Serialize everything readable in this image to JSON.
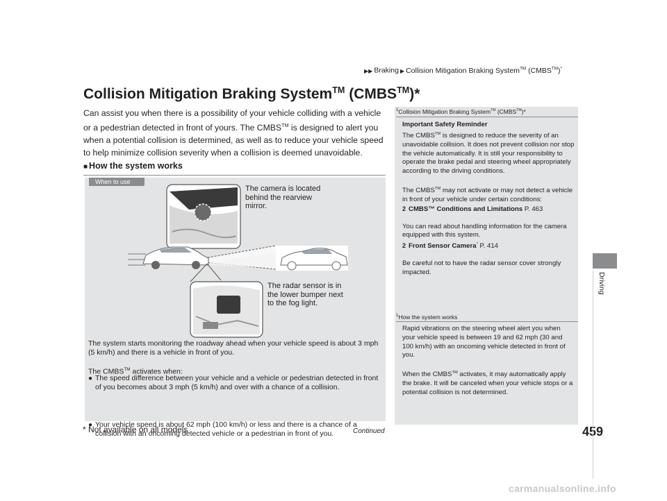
{
  "breadcrumb": {
    "parent": "Braking",
    "current_prefix": "Collision Mitigation Braking System",
    "current_tm": "TM",
    "current_paren": " (CMBS",
    "current_paren_tm": "TM",
    "current_end": ")",
    "star": "*"
  },
  "title": {
    "main": "Collision Mitigation Braking System",
    "tm1": "TM",
    "mid": " (CMBS",
    "tm2": "TM",
    "end": ")*"
  },
  "intro": {
    "line1": "Can assist you when there is a possibility of your vehicle colliding with a vehicle or a pedestrian detected in front of yours. The CMBS",
    "tm": "TM",
    "line2": " is designed to alert you when a potential collision is determined, as well as to reduce your vehicle speed to help minimize collision severity when a collision is deemed unavoidable."
  },
  "section": {
    "bullet": "■",
    "heading": "How the system works",
    "tag": "When to use",
    "camera_callout": "The camera is located behind the rearview mirror.",
    "radar_callout": "The radar sensor is in the lower bumper next to the fog light.",
    "monitor_text": "The system starts monitoring the roadway ahead when your vehicle speed is about 3 mph (5 km/h) and there is a vehicle in front of you.",
    "activates_prefix": "The CMBS",
    "activates_tm": "TM",
    "activates_suffix": " activates when:",
    "conditions": [
      "The speed difference between your vehicle and a vehicle or pedestrian detected in front of you becomes about 3 mph (5 km/h) and over with a chance of a collision.",
      "Your vehicle speed is about 62 mph (100 km/h) or less and there is a chance of a collision with an oncoming detected vehicle or a pedestrian in front of you."
    ]
  },
  "sidebar": {
    "note1_head_prefix": "Collision Mitigation Braking System",
    "note1_head_tm": "TM",
    "note1_head_paren": " (CMBS",
    "note1_head_paren_tm": "TM",
    "note1_head_end": ")*",
    "safety_title": "Important Safety Reminder",
    "safety_prefix": "The CMBS",
    "safety_tm": "TM",
    "safety_text": " is designed to reduce the severity of an unavoidable collision. It does not prevent collision nor stop the vehicle automatically. It is still your responsibility to operate the brake pedal and steering wheel appropriately according to the driving conditions.",
    "para2_prefix": "The CMBS",
    "para2_tm": "TM",
    "para2_text": " may not activate or may not detect a vehicle in front of your vehicle under certain conditions:",
    "ref1_label": "CMBS™ Conditions and Limitations",
    "ref1_page": " P. 463",
    "para3": "You can read about handling information for the camera equipped with this system.",
    "ref2_label": "Front Sensor Camera",
    "ref2_star": "*",
    "ref2_page": " P. 414",
    "para4": "Be careful not to have the radar sensor cover strongly impacted.",
    "note2_head": "How the system works",
    "vib_text": "Rapid vibrations on the steering wheel alert you when your vehicle speed is between 19 and 62 mph (30 and 100 km/h) with an oncoming vehicle detected in front of you.",
    "when_prefix": "When the CMBS",
    "when_tm": "TM",
    "when_text": " activates, it may automatically apply the brake. It will be canceled when your vehicle stops or a potential collision is not determined.",
    "note_marker": "1",
    "ref_marker": "2"
  },
  "footer": {
    "continued": "Continued",
    "page_number": "459",
    "footnote": "* Not available on all models"
  },
  "side_tab": {
    "label": "Driving"
  },
  "watermark": "carmanualsonline.info"
}
